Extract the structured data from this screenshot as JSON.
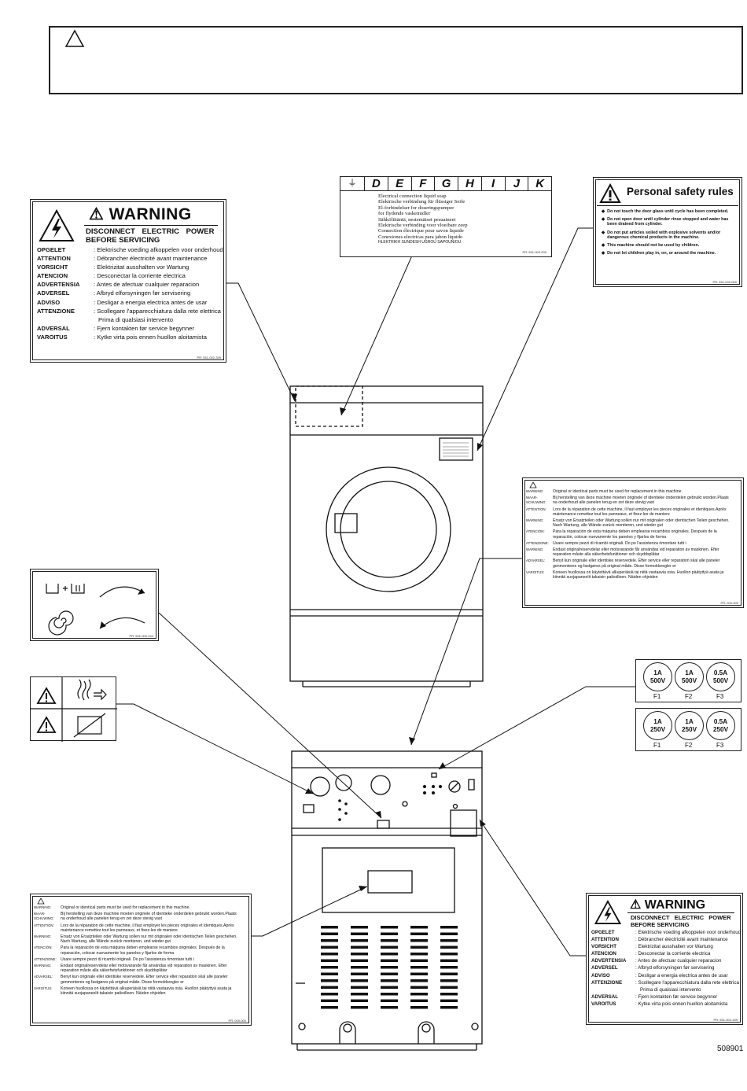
{
  "caution_box": {
    "text": ""
  },
  "warning_panel": {
    "title": "WARNING",
    "subtitle_line1": "DISCONNECT ELECTRIC POWER",
    "subtitle_line2": "BEFORE SERVICING",
    "rows": [
      {
        "lang": "OPGELET",
        "text": ": Elektrische voeding afkoppelen voor onderhoud"
      },
      {
        "lang": "ATTENTION",
        "text": ": Débrancher électricité avant maintenance"
      },
      {
        "lang": "VORSICHT",
        "text": ": Elektrizitat ausshalten vor Wartung"
      },
      {
        "lang": "ATENCION",
        "text": ": Desconectar la corriente electrica"
      },
      {
        "lang": "ADVERTENSIA",
        "text": ": Antes de afectuar cualquier reparacion"
      },
      {
        "lang": "ADVERSEL",
        "text": ": Afbryd elforsyningen før servisering"
      },
      {
        "lang": "ADVISO",
        "text": ": Desligar a energia electrica antes de usar"
      },
      {
        "lang": "ATTENZIONE",
        "text": ": Scollegare l'apparecchiatura dalla rete elettrica"
      },
      {
        "lang": "",
        "text": "Prima di qualsiasi intervento"
      },
      {
        "lang": "ADVERSAL",
        "text": ": Fjern kontakten før service begynner"
      },
      {
        "lang": "VAROITUS",
        "text": ": Kytke virta pois ennen huollon aloitamista"
      }
    ],
    "part_number": "PR: 551-002-339"
  },
  "warning_panel_2": {
    "title": "WARNING",
    "subtitle_line1": "DISCONNECT ELECTRIC POWER",
    "subtitle_line2": "BEFORE SERVICING",
    "rows": [
      {
        "lang": "OPGELET",
        "text": ": Elektrische voeding afkoppelen voor onderhoud"
      },
      {
        "lang": "ATTENTION",
        "text": ": Débrancher électricité avant maintenance"
      },
      {
        "lang": "VORSICHT",
        "text": ": Elektrizitat ausshalten vor Wartung"
      },
      {
        "lang": "ATENCION",
        "text": ": Desconectar la corriente electrica"
      },
      {
        "lang": "ADVERTENSIA",
        "text": ": Antes de afectuar cualquier reparacion"
      },
      {
        "lang": "ADVERSEL",
        "text": ": Afbryd elforsyningen før servisering"
      },
      {
        "lang": "ADVISO",
        "text": ": Desligar a energia electrica antes de usar"
      },
      {
        "lang": "ATTENZIONE",
        "text": ": Scollegare l'apparecchiatura dalla rete elettrica"
      },
      {
        "lang": "",
        "text": "Prima di qualsiasi intervento"
      },
      {
        "lang": "ADVERSAL",
        "text": ": Fjern kontakten før service begynner"
      },
      {
        "lang": "VAROITUS",
        "text": ": Kytke virta pois ennen huollon aloitamista"
      }
    ],
    "part_number": "PR: 551-002-339"
  },
  "soap_panel": {
    "letters": [
      "D",
      "E",
      "F",
      "G",
      "H",
      "I",
      "J",
      "K"
    ],
    "lines": [
      "Electrical connection liquid soap",
      "Elektrische verbindung für flüssiger Seife",
      "El-forbindelser for doseringspumper",
      "for flydende vaskemidler",
      "Sähköliitäntä, nestemäiset pesuaineet",
      "Elektrische verbinding voor vloeibare zeep",
      "Connection électrique pour savon liquide",
      "Conexiones electricas para jabon liquido",
      "HLEKTRIKH SUNDESH UGROU SAPOUNIOU"
    ],
    "part_number": "PR: 551-000-000"
  },
  "safety_panel": {
    "title": "Personal safety rules",
    "rules": [
      "Do not touch the door glass until cycle has been completed.",
      "Do not open door until cylinder rinse stopped and water has been drained from cylinder.",
      "Do not put articles soiled with explosive solvents and/or dangerous chemical products in the machine.",
      "This machine should not be used by children.",
      "Do not let children play in, on, or around the machine."
    ],
    "part_number": "PR: 551-000-000"
  },
  "parts_panel": {
    "rows": [
      {
        "lang": "WARNING:",
        "text": "Original or identical parts must be used for replacement in this machine."
      },
      {
        "lang": "WAAR-SCHUWING:",
        "text": "Bij herstelling van deze machine moeten originele of identieke onderdelen gebruikt worden.Plaats na onderhoud alle panelen terug en zet deze stevig vast"
      },
      {
        "lang": "ATTENTION:",
        "text": "Lors de la réparation de cette machine, il faut employer les pieces originales et identiques.Après maintenance remettez tout les panneaux, et fixez-les de maniere"
      },
      {
        "lang": "WARNING:",
        "text": "Ersatz von Ersatzteilen oder Wartung sollen nur mit originalen oder identischen Teilen geschehen. Nach Wartung, alle Wände zurück montieren, und wieder gut"
      },
      {
        "lang": "ATENCIÓN:",
        "text": "Para la reparación de esta máquina deben emplearse recambios originales. Después de la reparación, colocar nuevamente los paneles y fijarlos de forma"
      },
      {
        "lang": "ATTENZIONE:",
        "text": "Usare sempre pezzi di ricambi originali. Do po l'assistenza rimontare tutti i"
      },
      {
        "lang": "WARNING:",
        "text": "Endast originalreservdelar eller motsvarande får användas vid reparation av maskinen. Efter reparation måste alla säkerhetsfunktioner och skyddsplåtar"
      },
      {
        "lang": "ADVARSEL:",
        "text": "Benyt kun originale eller identiske reservedele. Efter service eller reparation skal alle paneler genmonteres og fastgøres på original måde. Disse formoldsregler er"
      },
      {
        "lang": "VAROITUS:",
        "text": "Koneen huollossa on käytettävä alkuperäisiä tai niitä vastaavia osia. Huollon päätyttyä asata ja kiinnitä suojapaneelit takaisin paikoilleen. Näiden ohjeiden"
      }
    ],
    "part_number": "PR: 000-000"
  },
  "symbols_panel": {
    "part_number": "PR: 551-000-244"
  },
  "fuses_500": {
    "ratings": [
      {
        "amp": "1A",
        "volt": "500V"
      },
      {
        "amp": "1A",
        "volt": "500V"
      },
      {
        "amp": "0.5A",
        "volt": "500V"
      }
    ],
    "labels": [
      "F1",
      "F2",
      "F3"
    ]
  },
  "fuses_250": {
    "ratings": [
      {
        "amp": "1A",
        "volt": "250V"
      },
      {
        "amp": "1A",
        "volt": "250V"
      },
      {
        "amp": "0.5A",
        "volt": "250V"
      }
    ],
    "labels": [
      "F1",
      "F2",
      "F3"
    ]
  },
  "figure_number": "508901"
}
